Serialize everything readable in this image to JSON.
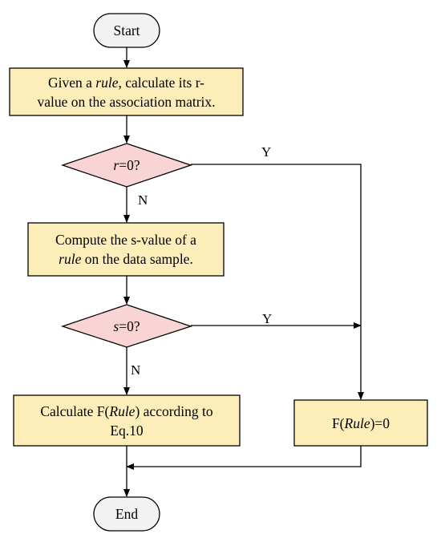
{
  "nodes": {
    "start": {
      "label": "Start"
    },
    "step1": {
      "pre": "Given a ",
      "em": "rule",
      "post": ", calculate its r-",
      "line2": "value on the association matrix."
    },
    "decision_r": {
      "var": "r",
      "rest": "=0?"
    },
    "step2": {
      "line1": "Compute the s-value of a",
      "em": "rule",
      "post": " on the data sample."
    },
    "decision_s": {
      "var": "s",
      "rest": "=0?"
    },
    "calc_f": {
      "pre": "Calculate F(",
      "em": "Rule",
      "post": ") according to",
      "line2": "Eq.10"
    },
    "f_zero": {
      "pre": "F(",
      "em": "Rule",
      "post": ")=0"
    },
    "end": {
      "label": "End"
    }
  },
  "edges": {
    "r_yes": "Y",
    "r_no": "N",
    "s_yes": "Y",
    "s_no": "N"
  },
  "colors": {
    "process_fill": "#fdeeb9",
    "decision_fill": "#f9d4d4",
    "terminal_fill": "#f2f2f2",
    "stroke": "#000000"
  }
}
